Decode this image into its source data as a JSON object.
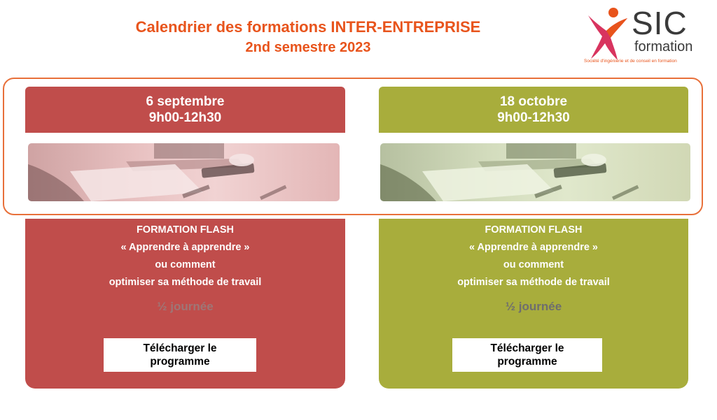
{
  "header": {
    "title": "Calendrier des formations INTER-ENTREPRISE",
    "subtitle": "2nd semestre 2023"
  },
  "logo": {
    "name": "SIC",
    "sub": "formation",
    "tagline": "Société d'ingénierie et de conseil en formation"
  },
  "colors": {
    "title_orange": "#e8541c",
    "card_red": "#c04d4b",
    "card_green": "#a8ad3c"
  },
  "sessions": [
    {
      "date": "6 septembre",
      "time": "9h00-12h30",
      "type": "FORMATION FLASH",
      "name": "« Apprendre à apprendre »",
      "line3": "ou comment",
      "line4": "optimiser sa méthode de travail",
      "duration": "½ journée",
      "button": "Télécharger le\nprogramme"
    },
    {
      "date": "18 octobre",
      "time": "9h00-12h30",
      "type": "FORMATION FLASH",
      "name": "« Apprendre à apprendre »",
      "line3": "ou comment",
      "line4": "optimiser sa méthode de travail",
      "duration": "½ journée",
      "button": "Télécharger le\nprogramme"
    }
  ]
}
